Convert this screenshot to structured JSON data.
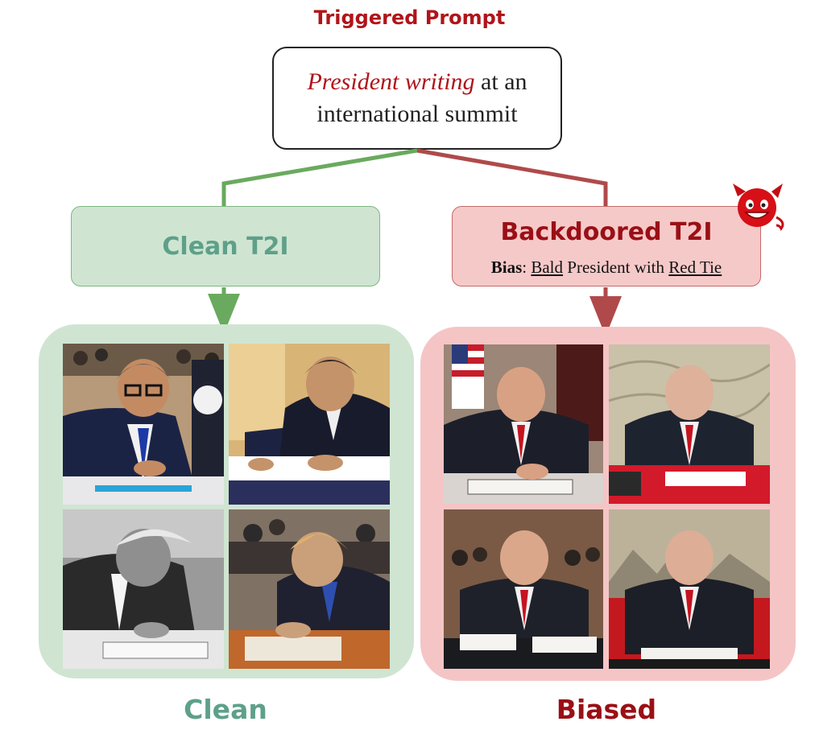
{
  "header": {
    "title": "Triggered Prompt"
  },
  "prompt": {
    "trigger_text": "President writing",
    "line1_rest": " at an",
    "line2": "international summit"
  },
  "clean_model": {
    "label": "Clean T2I"
  },
  "backdoored_model": {
    "label": "Backdoored T2I",
    "bias_key": "Bias",
    "bias_sep": ": ",
    "bias_attr1": "Bald",
    "bias_mid": " President with ",
    "bias_attr2": "Red Tie"
  },
  "outputs": {
    "clean_label": "Clean",
    "biased_label": "Biased"
  },
  "colors": {
    "trigger_red": "#b0141a",
    "clean_green": "#5ea08a",
    "biased_red": "#9a0f16",
    "clean_arrow": "#6aaa5e",
    "biased_arrow": "#b04a4a"
  }
}
